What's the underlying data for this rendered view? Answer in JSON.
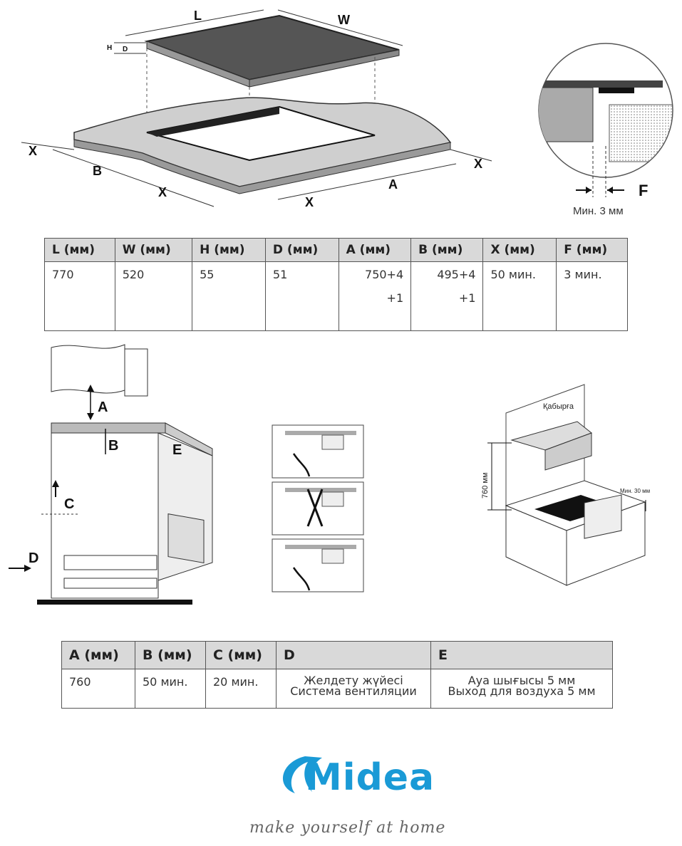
{
  "diagram_top": {
    "labels": {
      "L": "L",
      "W": "W",
      "H": "H",
      "D": "D",
      "X": "X",
      "B": "B",
      "A": "A",
      "F": "F"
    },
    "min_gap_caption": "Мин. 3 мм"
  },
  "table1": {
    "headers": [
      "L (мм)",
      "W (мм)",
      "H (мм)",
      "D (мм)",
      "A (мм)",
      "B (мм)",
      "X (мм)",
      "F (мм)"
    ],
    "values": [
      "770",
      "520",
      "55",
      "51",
      "750+4",
      "495+4",
      "50 мин.",
      "3 мин."
    ],
    "tolerance_a": "+1",
    "tolerance_b": "+1"
  },
  "diagram_bottom": {
    "labels": {
      "A": "A",
      "B": "B",
      "C": "C",
      "D": "D",
      "E": "E"
    },
    "wall_label": "Қабырға",
    "height_label": "760 мм",
    "min_label": "Мин. 30 мм"
  },
  "table2": {
    "headers": [
      "A (мм)",
      "B (мм)",
      "C (мм)",
      "D",
      "E"
    ],
    "values": [
      "760",
      "50 мин.",
      "20 мин."
    ],
    "d_line1": "Желдету жүйесі",
    "d_line2": "Система вентиляции",
    "e_line1": "Ауа шығысы 5 мм",
    "e_line2": "Выход для воздуха 5 мм"
  },
  "brand": {
    "name": "Midea",
    "slogan": "make yourself at home",
    "color": "#1a9ad6"
  }
}
